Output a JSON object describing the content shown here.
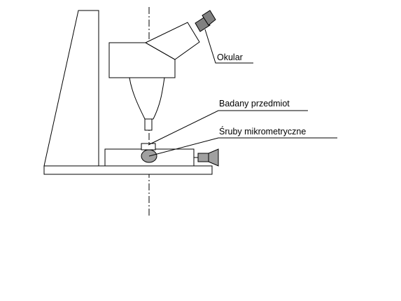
{
  "diagram": {
    "labels": {
      "ocular": "Okular",
      "specimen": "Badany przedmiot",
      "screws": "Śruby mikrometryczne"
    },
    "colors": {
      "line": "#000000",
      "eyepiece_fill": "#808080",
      "screw_knob_fill": "#a0a0a0",
      "background": "#ffffff"
    }
  }
}
